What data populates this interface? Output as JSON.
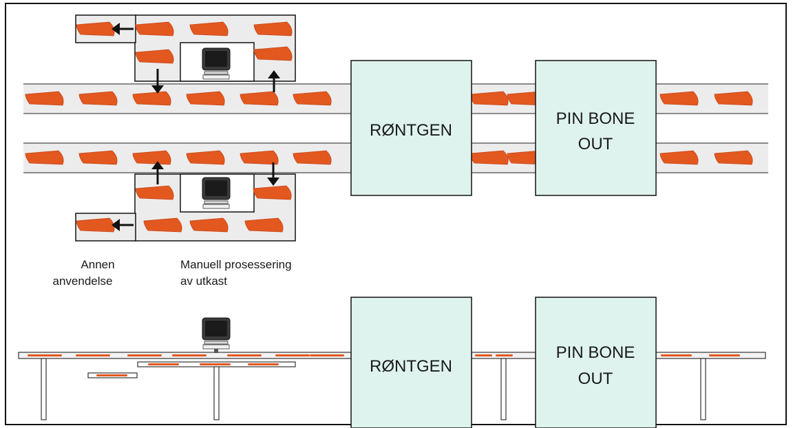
{
  "diagram": {
    "stations": {
      "xray_label": "RØNTGEN",
      "pinbone_line1": "PIN BONE",
      "pinbone_line2": "OUT"
    },
    "captions": {
      "other_use_line1": "Annen",
      "other_use_line2": "anvendelse",
      "manual_line1": "Manuell prosessering",
      "manual_line2": "av utkast"
    },
    "colors": {
      "station_fill": "#dff3ee",
      "fillet": "#e2581f",
      "belt": "#ececec",
      "rail": "#8a8a8a",
      "frame": "#111111"
    },
    "icons": [
      "computer-icon",
      "arrow-left-icon",
      "arrow-down-icon",
      "arrow-up-icon",
      "fillet-icon"
    ]
  }
}
